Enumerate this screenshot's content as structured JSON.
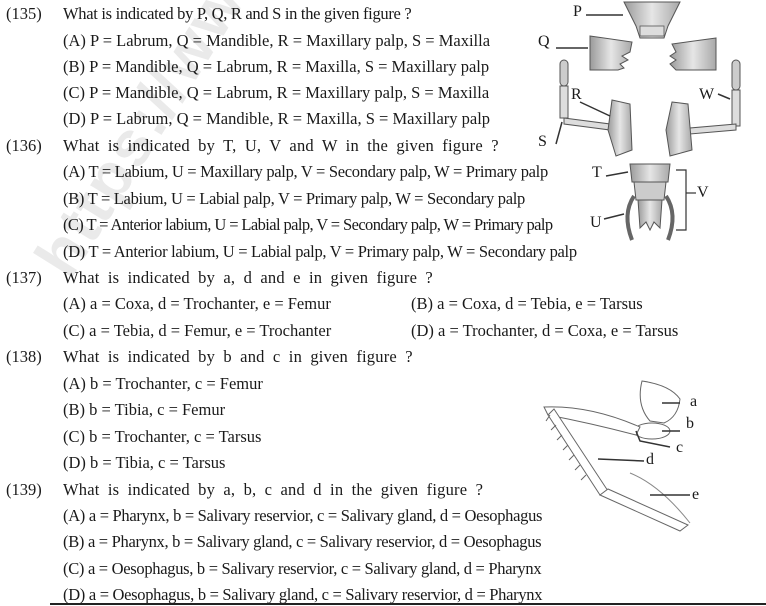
{
  "watermark": "https://www.studiestoday.com",
  "questions": [
    {
      "number": "(135)",
      "text": "What is indicated by P, Q, R and S in the given figure ?",
      "options": [
        {
          "label": "(A)",
          "text": "P = Labrum, Q = Mandible, R = Maxillary palp, S = Maxilla"
        },
        {
          "label": "(B)",
          "text": "P = Mandible, Q = Labrum, R = Maxilla, S = Maxillary palp"
        },
        {
          "label": "(C)",
          "text": "P = Mandible, Q = Labrum, R = Maxillary palp, S = Maxilla"
        },
        {
          "label": "(D)",
          "text": "P = Labrum, Q = Mandible, R = Maxilla, S = Maxillary palp"
        }
      ],
      "figure_labels": [
        "P",
        "Q",
        "R",
        "S",
        "W"
      ]
    },
    {
      "number": "(136)",
      "text": "What is indicated by T, U, V and W in the given figure ?",
      "options": [
        {
          "label": "(A)",
          "text": "T = Labium, U = Maxillary palp, V = Secondary palp, W = Primary palp"
        },
        {
          "label": "(B)",
          "text": "T = Labium, U = Labial palp, V = Primary palp, W = Secondary palp"
        },
        {
          "label": "(C)",
          "text": "T = Anterior labium, U = Labial palp, V = Secondary palp, W = Primary palp"
        },
        {
          "label": "(D)",
          "text": "T = Anterior labium, U = Labial palp, V = Primary palp, W = Secondary palp"
        }
      ],
      "figure_labels": [
        "T",
        "U",
        "V"
      ]
    },
    {
      "number": "(137)",
      "text": "What is indicated by a, d and e in given figure ?",
      "options": [
        {
          "label": "(A)",
          "text": "a = Coxa, d = Trochanter, e = Femur"
        },
        {
          "label": "(B)",
          "text": "a = Coxa, d = Tebia, e = Tarsus"
        },
        {
          "label": "(C)",
          "text": "a = Tebia, d = Femur, e = Trochanter"
        },
        {
          "label": "(D)",
          "text": "a = Trochanter, d = Coxa, e = Tarsus"
        }
      ]
    },
    {
      "number": "(138)",
      "text": "What is indicated by b and c in given figure ?",
      "options": [
        {
          "label": "(A)",
          "text": "b = Trochanter, c = Femur"
        },
        {
          "label": "(B)",
          "text": "b = Tibia, c = Femur"
        },
        {
          "label": "(C)",
          "text": "b = Trochanter, c = Tarsus"
        },
        {
          "label": "(D)",
          "text": "b = Tibia, c = Tarsus"
        }
      ],
      "figure_labels": [
        "a",
        "b",
        "c",
        "d",
        "e"
      ]
    },
    {
      "number": "(139)",
      "text": "What is indicated by a, b, c and d in the given figure ?",
      "options": [
        {
          "label": "(A)",
          "text": "a = Pharynx, b = Salivary reservior, c = Salivary gland, d = Oesophagus"
        },
        {
          "label": "(B)",
          "text": "a = Pharynx, b = Salivary gland, c = Salivary reservior, d = Oesophagus"
        },
        {
          "label": "(C)",
          "text": "a = Oesophagus, b = Salivary reservior, c = Salivary gland, d = Pharynx"
        },
        {
          "label": "(D)",
          "text": "a = Oesophagus, b = Salivary gland, c = Salivary reservior, d = Pharynx"
        }
      ]
    }
  ]
}
